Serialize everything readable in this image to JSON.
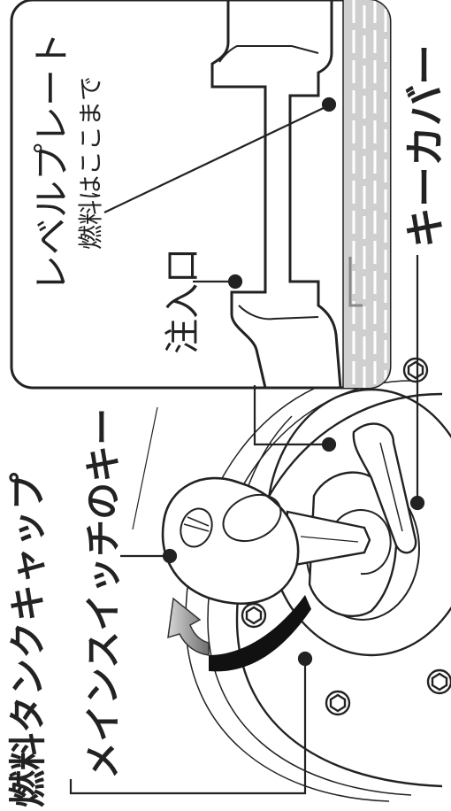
{
  "labels": {
    "level_plate": "レベルプレート",
    "fuel_up_to_here": "燃料はここまで",
    "filler_port": "注入口",
    "key_cover": "キーカバー",
    "fuel_tank_cap": "燃料タンクキャップ",
    "main_switch_key": "メインスイッチのキー"
  },
  "colors": {
    "line": "#222222",
    "light_gray": "#cccccc",
    "mid_gray": "#9a9a9a",
    "arrow_gradient_light": "#d7d7d7",
    "arrow_gradient_dark": "#6e6e6e"
  },
  "icons": {
    "rotate_arrow": "rotate-left-arrow-icon",
    "bolt": "hex-bolt-icon"
  }
}
